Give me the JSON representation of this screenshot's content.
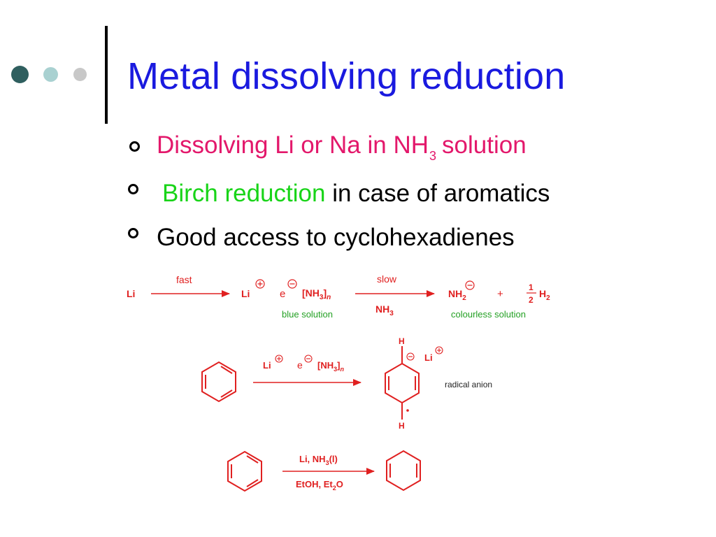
{
  "slide": {
    "title": "Metal dissolving reduction",
    "bullets": {
      "b1": {
        "pre": "Dissolving Li or Na in NH",
        "sub": "3",
        "post": "solution"
      },
      "b2": {
        "highlight": "Birch reduction",
        "rest": "in case of aromatics"
      },
      "b3": {
        "text": "Good access  to cyclohexadienes"
      }
    }
  },
  "scheme": {
    "row1": {
      "li_start": "Li",
      "arrow1_label": "fast",
      "li_cation": "Li",
      "electron": "e",
      "ammonia_complex": "[NH",
      "complex_sub": "3",
      "complex_close": "]",
      "complex_n": "n",
      "blue_solution": "blue solution",
      "arrow2_top": "slow",
      "arrow2_bottom": "NH",
      "arrow2_bottom_sub": "3",
      "amide": "NH",
      "amide_sub": "2",
      "plus": "+",
      "half_num": "1",
      "half_den": "2",
      "h2": "H",
      "h2_sub": "2",
      "colourless_solution": "colourless solution"
    },
    "row2": {
      "li": "Li",
      "electron": "e",
      "complex": "[NH",
      "complex_sub": "3",
      "complex_close": "]",
      "complex_n": "n",
      "h_top": "H",
      "h_bottom": "H",
      "li_cation": "Li",
      "radical_anion": "radical anion"
    },
    "row3": {
      "reagent_top": "Li, NH",
      "reagent_top_sub": "3",
      "reagent_top_state": "(l)",
      "reagent_bottom": "EtOH, Et",
      "reagent_bottom_sub": "2",
      "reagent_bottom_end": "O"
    }
  },
  "colors": {
    "title": "#1a1adf",
    "pink": "#e3186b",
    "green": "#18d418",
    "scheme_red": "#e02020",
    "scheme_green": "#23a023",
    "dot1": "#2f5f5f",
    "dot2": "#a9d1d1",
    "dot3": "#c8c8c8"
  }
}
